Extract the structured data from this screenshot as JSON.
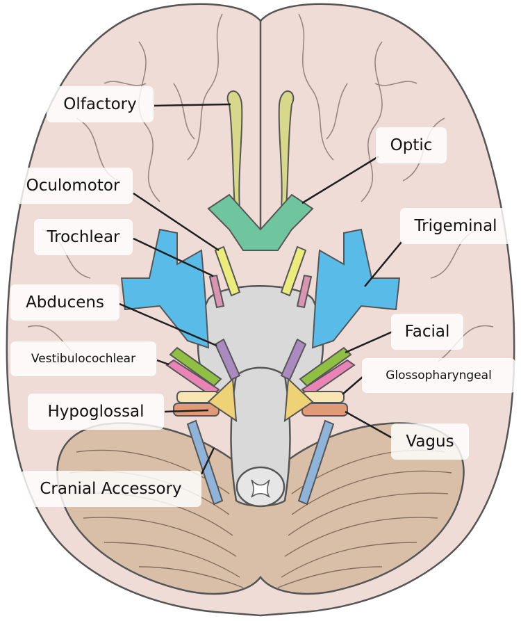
{
  "labels": {
    "olfactory": "Olfactory",
    "optic": "Optic",
    "oculomotor": "Oculomotor",
    "trochlear": "Trochlear",
    "trigeminal": "Trigeminal",
    "abducens": "Abducens",
    "facial": "Facial",
    "vestibulocochlear": "Vestibulocochlear",
    "glossopharyngeal": "Glossopharyngeal",
    "hypoglossal": "Hypoglossal",
    "vagus": "Vagus",
    "cranial_accessory": "Cranial Accessory"
  },
  "colors": {
    "cerebrum": "#efdcd6",
    "cerebellum": "#d9bfa8",
    "brainstem": "#d9d9d9",
    "olfactory": "#d8d88a",
    "optic": "#6fc59e",
    "oculomotor": "#ecec7c",
    "trochlear": "#d995b2",
    "trigeminal": "#59bce8",
    "abducens": "#a98bc0",
    "facial": "#8fc043",
    "vestibulocochlear": "#ea84b6",
    "glossopharyngeal": "#f7e6b2",
    "vagus": "#e19a78",
    "hypoglossal": "#eed275",
    "accessory": "#8fb3d9",
    "outline": "#555555"
  }
}
